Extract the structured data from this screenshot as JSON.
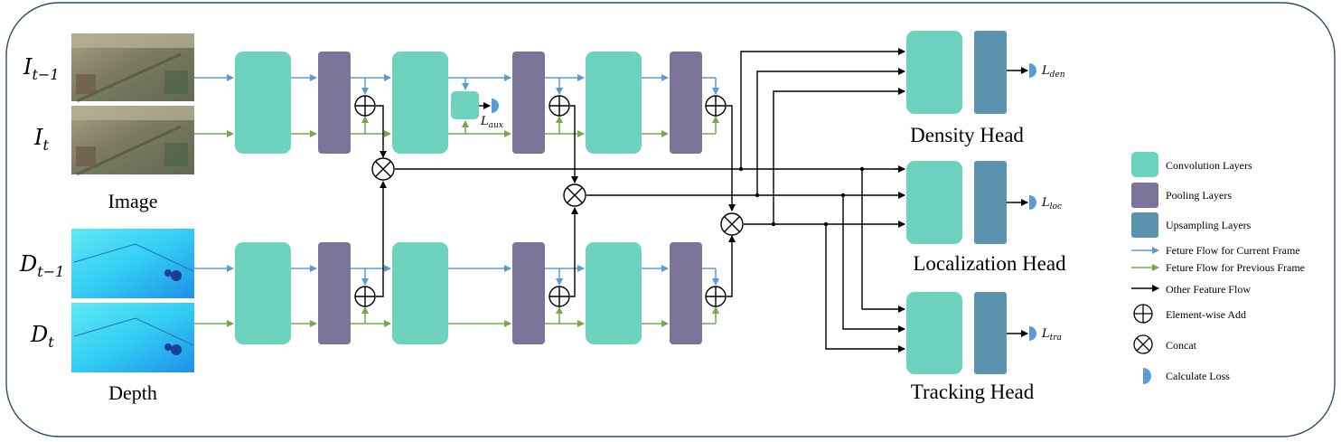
{
  "inputs": {
    "image_label": "Image",
    "depth_label": "Depth",
    "img_prev": {
      "base": "I",
      "sub": "t−1"
    },
    "img_cur": {
      "base": "I",
      "sub": "t"
    },
    "depth_prev": {
      "base": "D",
      "sub": "t−1"
    },
    "depth_cur": {
      "base": "D",
      "sub": "t"
    }
  },
  "heads": {
    "density": "Density Head",
    "localization": "Localization Head",
    "tracking": "Tracking Head"
  },
  "losses": {
    "aux": {
      "base": "L",
      "sub": "aux"
    },
    "den": {
      "base": "L",
      "sub": "den"
    },
    "loc": {
      "base": "L",
      "sub": "loc"
    },
    "tra": {
      "base": "L",
      "sub": "tra"
    }
  },
  "legend": {
    "conv": "Convolution Layers",
    "pool": "Pooling Layers",
    "upsample": "Upsampling Layers",
    "flow_current": "Feture Flow for Current Frame",
    "flow_previous": "Feture Flow for Previous Frame",
    "flow_other": "Other Feature Flow",
    "add": "Element-wise Add",
    "concat": "Concat",
    "loss": "Calculate Loss"
  },
  "colors": {
    "conv": "#6dd3bf",
    "pool": "#7a7499",
    "upsample": "#5b93ae",
    "flow_current": "#5b9bd5",
    "flow_previous": "#70ad47",
    "flow_other": "#000000",
    "loss": "#5b9bd5",
    "frame": "#2f4d6b"
  }
}
